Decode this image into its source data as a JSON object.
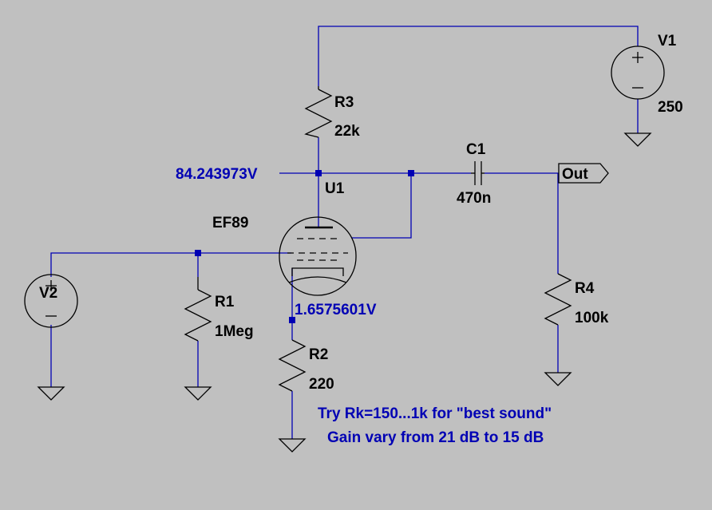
{
  "colors": {
    "background": "#c0c0c0",
    "wire": "#0000b4",
    "component": "#000000",
    "node_label": "#0000b4"
  },
  "components": {
    "v1": {
      "name": "V1",
      "value": "250"
    },
    "v2": {
      "name": "V2"
    },
    "r1": {
      "name": "R1",
      "value": "1Meg"
    },
    "r2": {
      "name": "R2",
      "value": "220"
    },
    "r3": {
      "name": "R3",
      "value": "22k"
    },
    "r4": {
      "name": "R4",
      "value": "100k"
    },
    "c1": {
      "name": "C1",
      "value": "470n"
    },
    "u1": {
      "name": "U1",
      "model": "EF89"
    }
  },
  "node_labels": {
    "anode_voltage": "84.243973V",
    "cathode_voltage": "1.6575601V",
    "output_port": "Out"
  },
  "annotations": {
    "line1": "Try Rk=150...1k for \"best sound\"",
    "line2": "Gain vary from 21 dB to 15 dB"
  }
}
